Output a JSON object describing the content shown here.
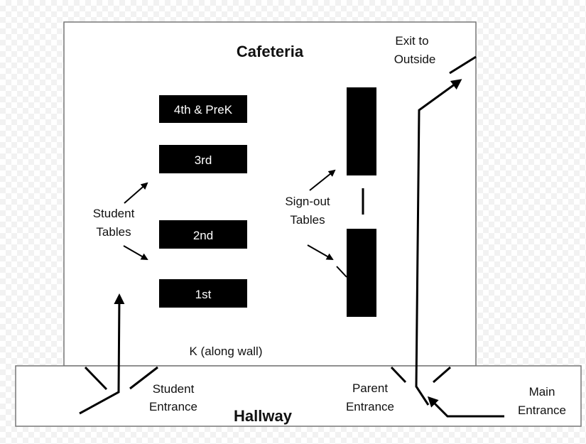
{
  "rooms": {
    "cafeteria": "Cafeteria",
    "hallway": "Hallway"
  },
  "student_tables": {
    "label_line1": "Student",
    "label_line2": "Tables",
    "grades": [
      "4th & PreK",
      "3rd",
      "2nd",
      "1st"
    ]
  },
  "signout": {
    "label_line1": "Sign-out",
    "label_line2": "Tables"
  },
  "kindergarten": "K (along wall)",
  "entrances": {
    "student_line1": "Student",
    "student_line2": "Entrance",
    "parent_line1": "Parent",
    "parent_line2": "Entrance",
    "main_line1": "Main",
    "main_line2": "Entrance"
  },
  "exit": {
    "line1": "Exit to",
    "line2": "Outside"
  },
  "colors": {
    "room_fill": "#ffffff",
    "outline": "#777777",
    "table_fill": "#000000",
    "table_text": "#ffffff",
    "arrow": "#000000"
  }
}
